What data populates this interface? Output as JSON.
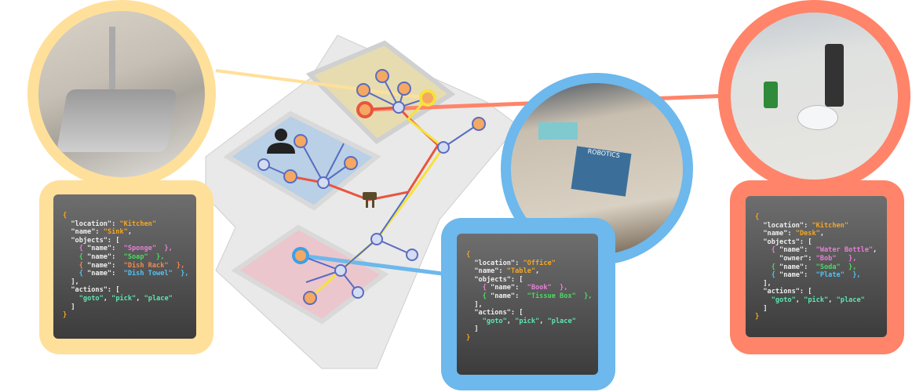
{
  "colors": {
    "kitchen_sink": "#FFE09A",
    "office_table": "#6DB8EC",
    "desk": "#FF8469",
    "key": "#EEEEEE",
    "string": "#F5A623",
    "actions": "#5EE6B0"
  },
  "panels": [
    {
      "id": "sink",
      "location": "Kitchen",
      "name": "Sink",
      "objects": [
        {
          "name": "Sponge",
          "color": "#E87FD8"
        },
        {
          "name": "Soap",
          "color": "#4CD964"
        },
        {
          "name": "Dish Rack",
          "color": "#F08A50"
        },
        {
          "name": "Dish Towel",
          "color": "#4FC3F7"
        }
      ],
      "actions": [
        "goto",
        "pick",
        "place"
      ]
    },
    {
      "id": "table",
      "location": "Office",
      "name": "Table",
      "objects": [
        {
          "name": "Book",
          "color": "#E87FD8"
        },
        {
          "name": "Tissue Box",
          "color": "#4CD964"
        }
      ],
      "actions": [
        "goto",
        "pick",
        "place"
      ]
    },
    {
      "id": "desk",
      "location": "Kitchen",
      "name": "Desk",
      "objects": [
        {
          "name": "Water Bottle",
          "owner": "Bob",
          "color": "#E87FD8"
        },
        {
          "name": "Soda",
          "color": "#4CD964"
        },
        {
          "name": "Plate",
          "color": "#4FC3F7"
        }
      ],
      "actions": [
        "goto",
        "pick",
        "place"
      ]
    }
  ],
  "photo_labels": {
    "book_title": "ROBOTICS"
  }
}
